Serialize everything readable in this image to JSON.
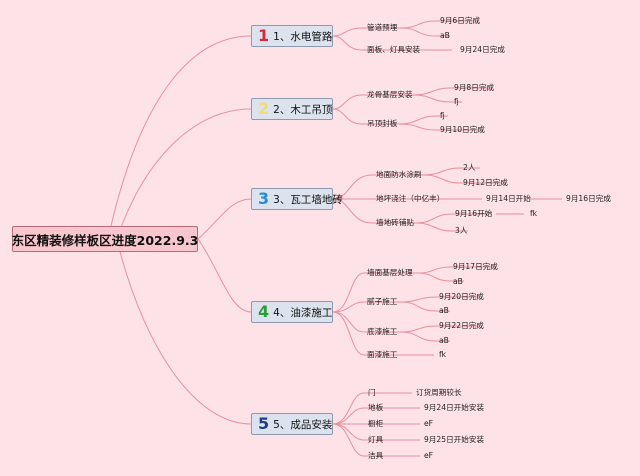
{
  "title": "东区精装修样板区进度2022.9.3",
  "branches": [
    {
      "num": "1",
      "label": "1、水电管路",
      "color": "#d8283c",
      "items": [
        {
          "label": "管道预埋",
          "children": [
            "9月6日完成",
            "aB"
          ]
        },
        {
          "label": "面板、灯具安装",
          "children": [
            "9月24日完成"
          ]
        }
      ]
    },
    {
      "num": "2",
      "label": "2、木工吊顶",
      "color": "#f3dc6e",
      "items": [
        {
          "label": "龙骨基层安装",
          "children": [
            "9月8日完成",
            "fj"
          ]
        },
        {
          "label": "吊顶封板",
          "children": [
            "fj",
            "9月10日完成"
          ]
        }
      ]
    },
    {
      "num": "3",
      "label": "3、瓦工墙地砖",
      "color": "#2b8bd3",
      "items": [
        {
          "label": "地面防水涂刷",
          "children": [
            "2人",
            "9月12日完成"
          ]
        },
        {
          "label": "地坪浇注（中亿丰）",
          "children": [
            "9月14日开始",
            "9月16日完成"
          ]
        },
        {
          "label": "墙地砖铺贴",
          "children": [
            "9月16开始",
            "fk",
            "3人"
          ]
        }
      ]
    },
    {
      "num": "4",
      "label": "4、油漆施工",
      "color": "#2c9c3c",
      "items": [
        {
          "label": "墙面基层处理",
          "children": [
            "9月17日完成",
            "aB"
          ]
        },
        {
          "label": "腻子施工",
          "children": [
            "9月20日完成",
            "aB"
          ]
        },
        {
          "label": "底漆施工",
          "children": [
            "9月22日完成",
            "aB"
          ]
        },
        {
          "label": "面漆施工",
          "children": [
            "fk"
          ]
        }
      ]
    },
    {
      "num": "5",
      "label": "5、成品安装",
      "color": "#1e3f8f",
      "items": [
        {
          "label": "门",
          "children": [
            "订货周期较长"
          ]
        },
        {
          "label": "地板",
          "children": [
            "9月24日开始安装"
          ]
        },
        {
          "label": "橱柜",
          "children": [
            "eF"
          ]
        },
        {
          "label": "灯具",
          "children": [
            "9月25日开始安装"
          ]
        },
        {
          "label": "洁具",
          "children": [
            "eF"
          ]
        }
      ]
    }
  ]
}
